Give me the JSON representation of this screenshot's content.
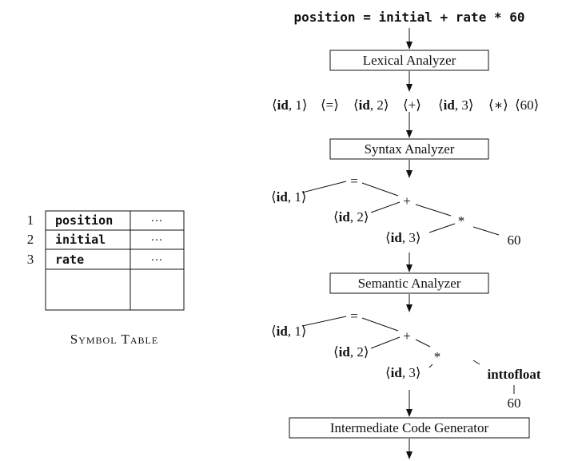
{
  "source": {
    "text": "position = initial + rate * 60"
  },
  "phases": [
    {
      "label": "Lexical Analyzer"
    },
    {
      "label": "Syntax Analyzer"
    },
    {
      "label": "Semantic Analyzer"
    },
    {
      "label": "Intermediate Code Generator"
    }
  ],
  "token_stream": [
    {
      "open": "⟨",
      "name": "id",
      "value": "1",
      "close": "⟩",
      "bold": true
    },
    {
      "text": "⟨=⟩"
    },
    {
      "open": "⟨",
      "name": "id",
      "value": "2",
      "close": "⟩",
      "bold": true
    },
    {
      "text": "⟨+⟩"
    },
    {
      "open": "⟨",
      "name": "id",
      "value": "3",
      "close": "⟩",
      "bold": true
    },
    {
      "text": "⟨∗⟩"
    },
    {
      "text": "⟨60⟩"
    }
  ],
  "syntax_tree": {
    "assign_op": "=",
    "plus_op": "+",
    "times_op": "*",
    "id1": {
      "name": "id",
      "value": "1"
    },
    "id2": {
      "name": "id",
      "value": "2"
    },
    "id3": {
      "name": "id",
      "value": "3"
    },
    "literal": "60"
  },
  "semantic_tree": {
    "assign_op": "=",
    "plus_op": "+",
    "times_op": "*",
    "id1": {
      "name": "id",
      "value": "1"
    },
    "id2": {
      "name": "id",
      "value": "2"
    },
    "id3": {
      "name": "id",
      "value": "3"
    },
    "conversion": "inttofloat",
    "literal": "60"
  },
  "symbol_table": {
    "caption": "Symbol Table",
    "rows": [
      {
        "index": "1",
        "name": "position",
        "attr": "···"
      },
      {
        "index": "2",
        "name": "initial",
        "attr": "···"
      },
      {
        "index": "3",
        "name": "rate",
        "attr": "···"
      }
    ]
  }
}
